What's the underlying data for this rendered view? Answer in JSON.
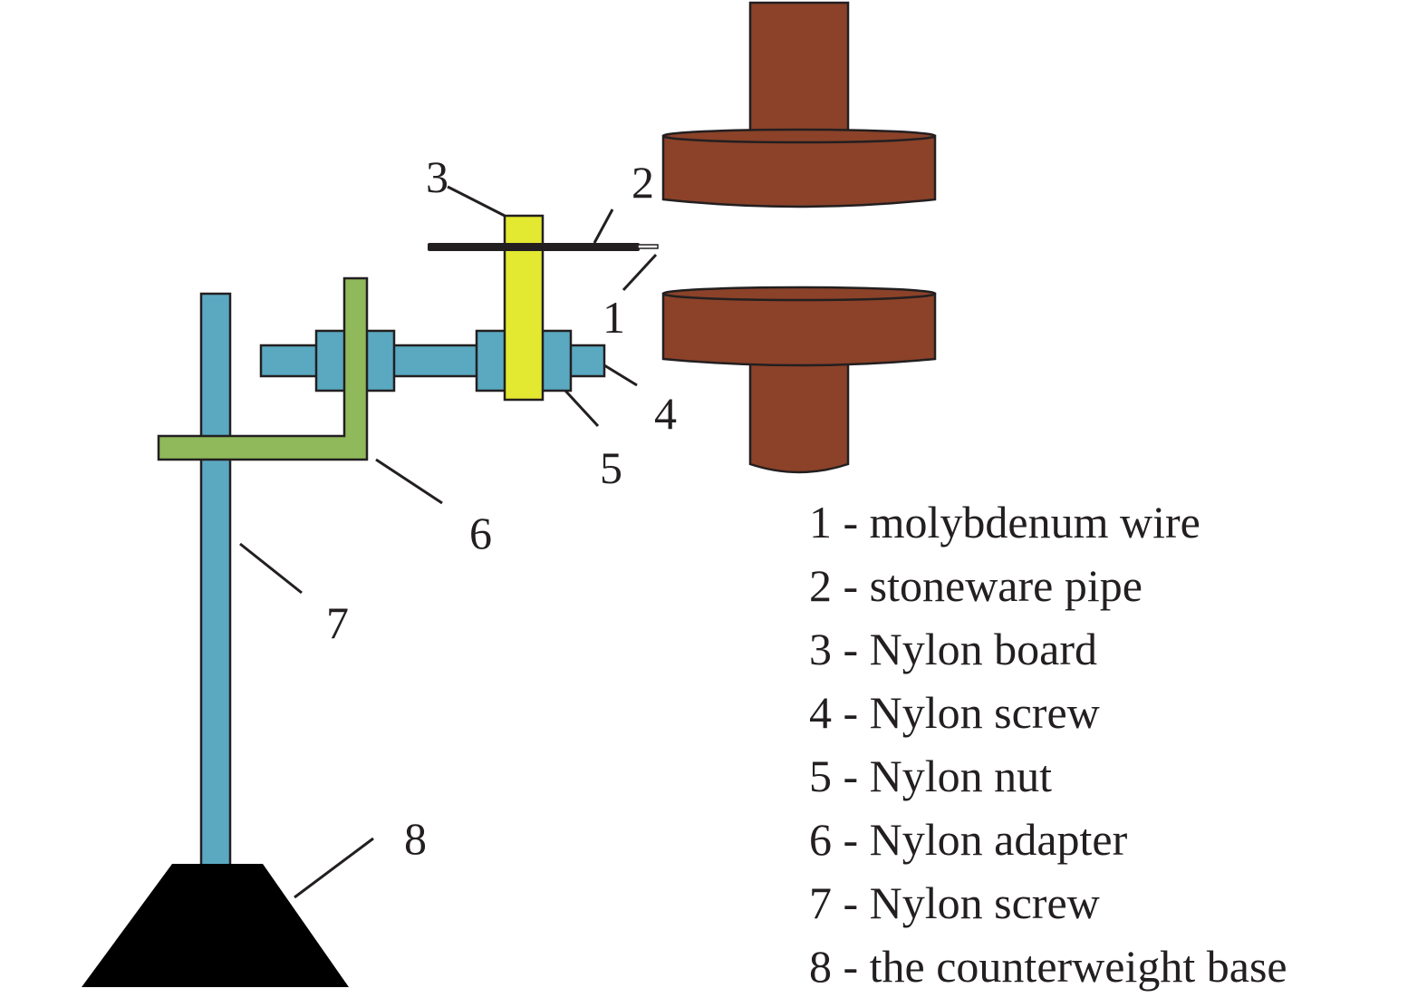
{
  "colors": {
    "electrode": "#8b4229",
    "rod": "#5aa9c1",
    "adapter": "#8fb95a",
    "nylon_board": "#e3e831",
    "base": "#000000",
    "wire": "#231f20",
    "text": "#231f20"
  },
  "callouts": {
    "c1": "1",
    "c2": "2",
    "c3": "3",
    "c4": "4",
    "c5": "5",
    "c6": "6",
    "c7": "7",
    "c8": "8"
  },
  "legend": {
    "items": [
      "1 - molybdenum wire",
      "2 - stoneware pipe",
      "3 - Nylon board",
      "4 - Nylon screw",
      "5 - Nylon nut",
      "6 - Nylon adapter",
      "7 - Nylon screw",
      "8 - the counterweight base"
    ]
  }
}
